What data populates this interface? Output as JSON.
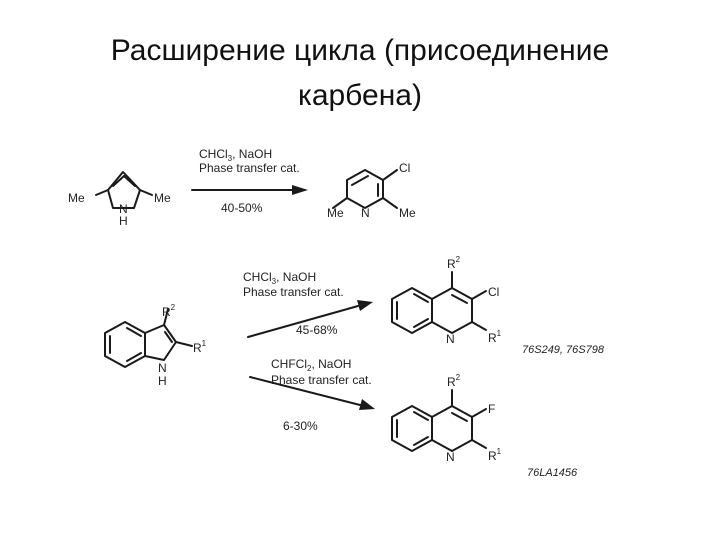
{
  "title": {
    "line1": "Расширение цикла (присоединение",
    "line2": "карбена)"
  },
  "reaction1": {
    "reagents_line1": "CHCl",
    "reagents_sub": "3",
    "reagents_rest": ", NaOH",
    "reagents_line2": "Phase transfer cat.",
    "yield": "40-50%",
    "pyrrole": {
      "left_sub": "Me",
      "right_sub": "Me",
      "n": "N",
      "h": "H"
    },
    "pyridine": {
      "cl": "Cl",
      "left_sub": "Me",
      "right_sub": "Me",
      "n": "N"
    }
  },
  "reaction2": {
    "indole": {
      "r2": "R",
      "r2_sup": "2",
      "r1": "R",
      "r1_sup": "1",
      "n": "N",
      "h": "H"
    },
    "upper": {
      "reagents_line1": "CHCl",
      "reagents_sub": "3",
      "reagents_rest": ", NaOH",
      "reagents_line2": "Phase transfer cat.",
      "yield": "45-68%",
      "product": {
        "r2": "R",
        "r2_sup": "2",
        "x": "Cl",
        "r1": "R",
        "r1_sup": "1",
        "n": "N"
      },
      "ref": "76S249, 76S798"
    },
    "lower": {
      "reagents_line1": "CHFCl",
      "reagents_sub": "2",
      "reagents_rest": ", NaOH",
      "reagents_line2": "Phase transfer cat.",
      "yield": "6-30%",
      "product": {
        "r2": "R",
        "r2_sup": "2",
        "x": "F",
        "r1": "R",
        "r1_sup": "1",
        "n": "N"
      },
      "ref": "76LA1456"
    }
  }
}
